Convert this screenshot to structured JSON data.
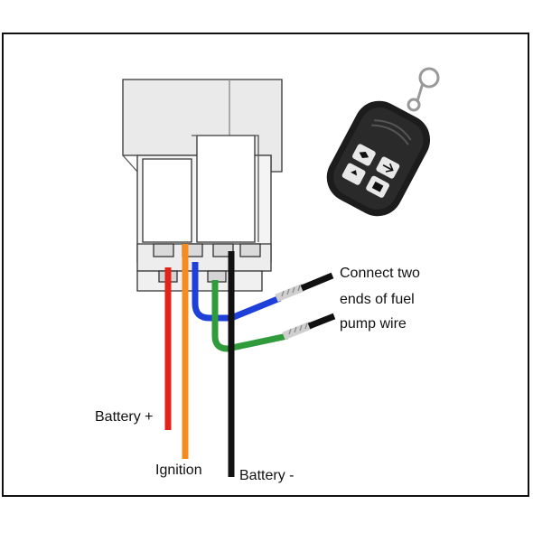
{
  "labels": {
    "connect_line1": "Connect two",
    "connect_line2": "ends of fuel",
    "connect_line3": "pump wire",
    "battery_plus": "Battery +",
    "ignition": "Ignition",
    "battery_minus": "Battery -"
  },
  "icons": {
    "relay": "relay-connector-icon",
    "remote": "key-fob-remote-icon"
  },
  "colors": {
    "battery_plus_wire": "#e2231a",
    "ignition_wire": "#f68b1f",
    "fuel_pump_wire_a": "#1e3fd8",
    "fuel_pump_wire_b": "#2f9b3a",
    "battery_minus_wire": "#111111"
  }
}
